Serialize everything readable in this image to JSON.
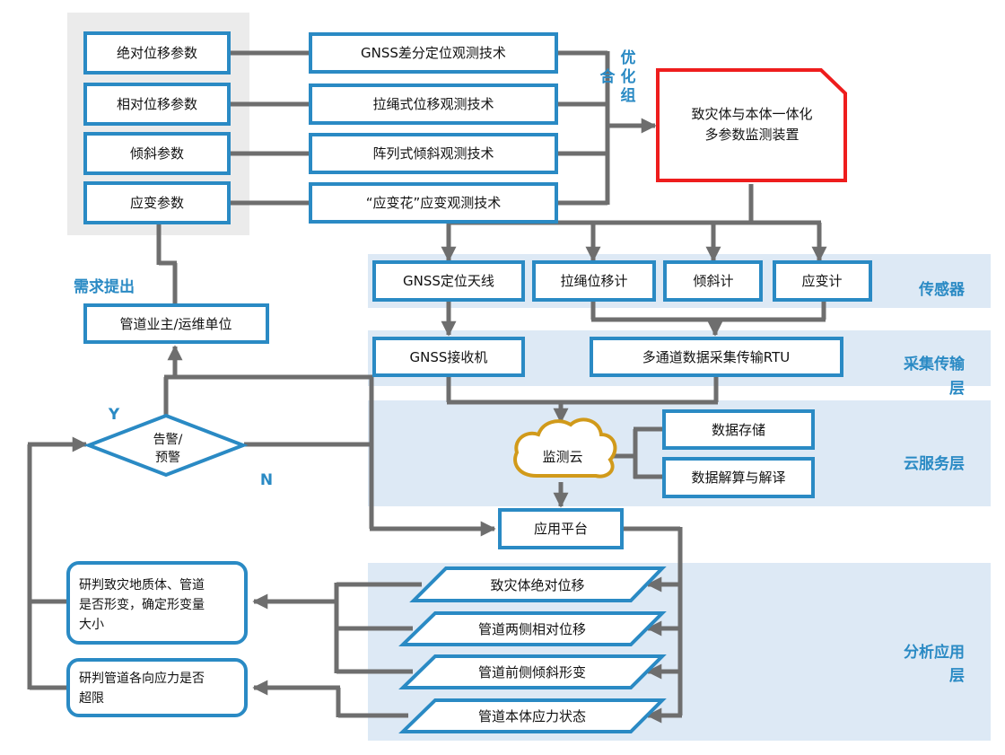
{
  "colors": {
    "box_border": "#2a8ac4",
    "line": "#6e6e6e",
    "layer_band": "#dde9f5",
    "param_panel": "#ebebeb",
    "device_border": "#ee1d1d",
    "cloud_border": "#d19a1a",
    "layer_text": "#2a8ac4"
  },
  "params": [
    "绝对位移参数",
    "相对位移参数",
    "倾斜参数",
    "应变参数"
  ],
  "techniques": [
    "GNSS差分定位观测技术",
    "拉绳式位移观测技术",
    "阵列式倾斜观测技术",
    "“应变花”应变观测技术"
  ],
  "optimize_label": [
    "优",
    "化",
    "组",
    "合"
  ],
  "device": [
    "致灾体与本体一体化",
    "多参数监测装置"
  ],
  "layers": {
    "sensor": "传感器",
    "collect": [
      "采集传输",
      "层"
    ],
    "cloud": "云服务层",
    "analysis": [
      "分析应用",
      "层"
    ]
  },
  "sensors": [
    "GNSS定位天线",
    "拉绳位移计",
    "倾斜计",
    "应变计"
  ],
  "collectors": [
    "GNSS接收机",
    "多通道数据采集传输RTU"
  ],
  "cloud": {
    "name": "监测云",
    "services": [
      "数据存储",
      "数据解算与解译"
    ]
  },
  "platform": "应用平台",
  "outputs": [
    "致灾体绝对位移",
    "管道两侧相对位移",
    "管道前侧倾斜形变",
    "管道本体应力状态"
  ],
  "judgements": [
    [
      "研判致灾地质体、管道",
      "是否形变，确定形变量",
      "大小"
    ],
    [
      "研判管道各向应力是否",
      "超限"
    ]
  ],
  "alarm": [
    "告警/",
    "预警"
  ],
  "branch_yes": "Y",
  "branch_no": "N",
  "owner": "管道业主/运维单位",
  "demand": "需求提出"
}
